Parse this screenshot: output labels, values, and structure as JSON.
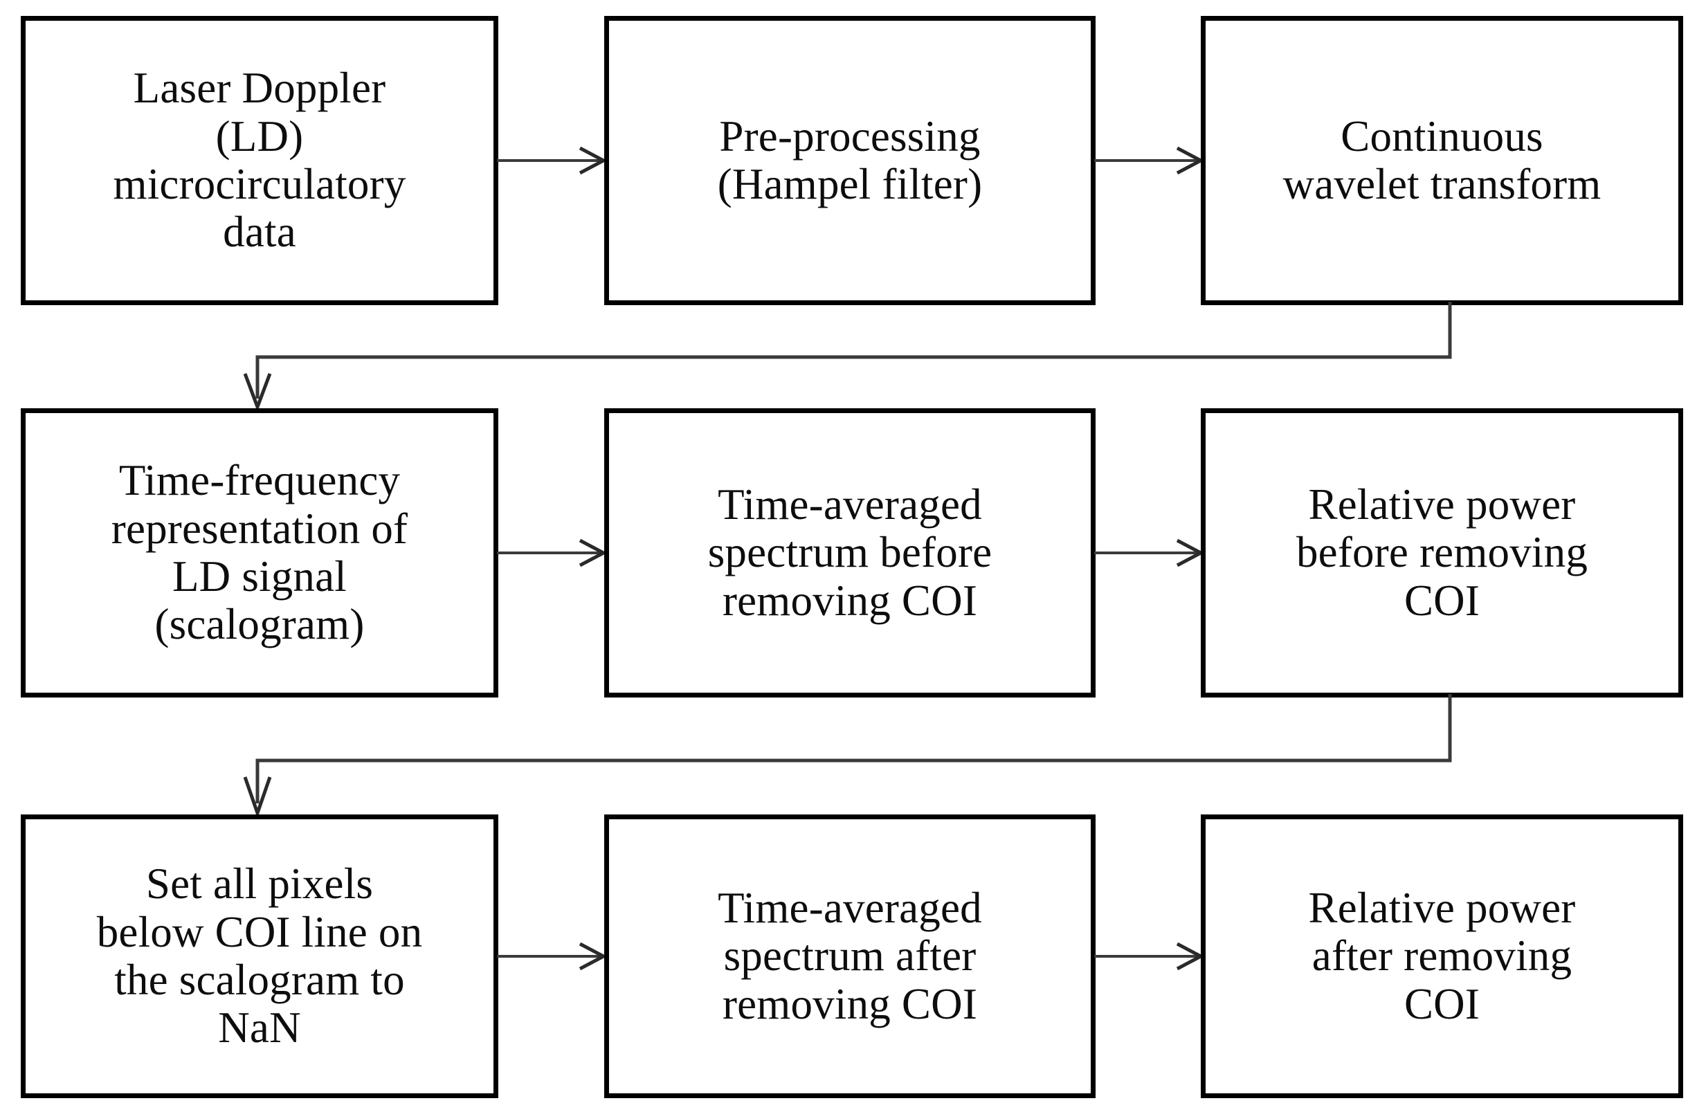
{
  "diagram": {
    "title": "Laser Doppler signal processing pipeline flowchart",
    "type": "flowchart",
    "orientation": "left-to-right, wrapping into three rows",
    "colors": {
      "box_border": "#000000",
      "box_fill": "#ffffff",
      "text": "#0d0d0d",
      "connector": "#3a3a3a",
      "background": "#ffffff"
    },
    "nodes": [
      {
        "id": "n1",
        "row": 1,
        "col": 1,
        "text": "Laser Doppler\n(LD)\nmicrocirculatory\ndata"
      },
      {
        "id": "n2",
        "row": 1,
        "col": 2,
        "text": "Pre-processing\n(Hampel filter)"
      },
      {
        "id": "n3",
        "row": 1,
        "col": 3,
        "text": "Continuous\nwavelet transform"
      },
      {
        "id": "n4",
        "row": 2,
        "col": 1,
        "text": "Time-frequency\nrepresentation of\nLD signal\n(scalogram)"
      },
      {
        "id": "n5",
        "row": 2,
        "col": 2,
        "text": "Time-averaged\nspectrum before\nremoving COI"
      },
      {
        "id": "n6",
        "row": 2,
        "col": 3,
        "text": "Relative power\nbefore removing\nCOI"
      },
      {
        "id": "n7",
        "row": 3,
        "col": 1,
        "text": "Set all pixels\nbelow COI line on\nthe scalogram to\nNaN"
      },
      {
        "id": "n8",
        "row": 3,
        "col": 2,
        "text": "Time-averaged\nspectrum after\nremoving COI"
      },
      {
        "id": "n9",
        "row": 3,
        "col": 3,
        "text": "Relative power\nafter removing\nCOI"
      }
    ],
    "edges": [
      {
        "from": "n1",
        "to": "n2",
        "style": "straight-right-arrow"
      },
      {
        "from": "n2",
        "to": "n3",
        "style": "straight-right-arrow"
      },
      {
        "from": "n3",
        "to": "n4",
        "style": "elbow-down-left-down-arrow"
      },
      {
        "from": "n4",
        "to": "n5",
        "style": "straight-right-arrow"
      },
      {
        "from": "n5",
        "to": "n6",
        "style": "straight-right-arrow"
      },
      {
        "from": "n6",
        "to": "n7",
        "style": "elbow-down-left-down-arrow"
      },
      {
        "from": "n7",
        "to": "n8",
        "style": "straight-right-arrow"
      },
      {
        "from": "n8",
        "to": "n9",
        "style": "straight-right-arrow"
      }
    ]
  }
}
